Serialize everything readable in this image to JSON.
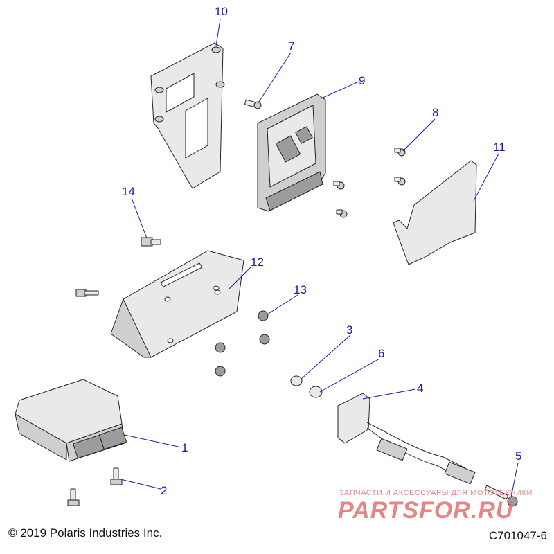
{
  "diagram": {
    "callouts": {
      "c1": "1",
      "c2": "2",
      "c3": "3",
      "c4": "4",
      "c5": "5",
      "c6": "6",
      "c7": "7",
      "c8": "8",
      "c9": "9",
      "c10": "10",
      "c11": "11",
      "c12": "12",
      "c13": "13",
      "c14": "14"
    },
    "footer": {
      "copyright": "© 2019 Polaris Industries Inc.",
      "figure_id": "C701047-6"
    },
    "watermark": {
      "tagline": "ЗАПЧАСТИ И АКСЕССУАРЫ ДЛЯ МОТОТЕХНИКИ",
      "logo_text": "PARTSFOR.RU"
    },
    "colors": {
      "callout": "#1a1aa8",
      "line_art": "#222222",
      "watermark": "#e36f6f"
    }
  }
}
